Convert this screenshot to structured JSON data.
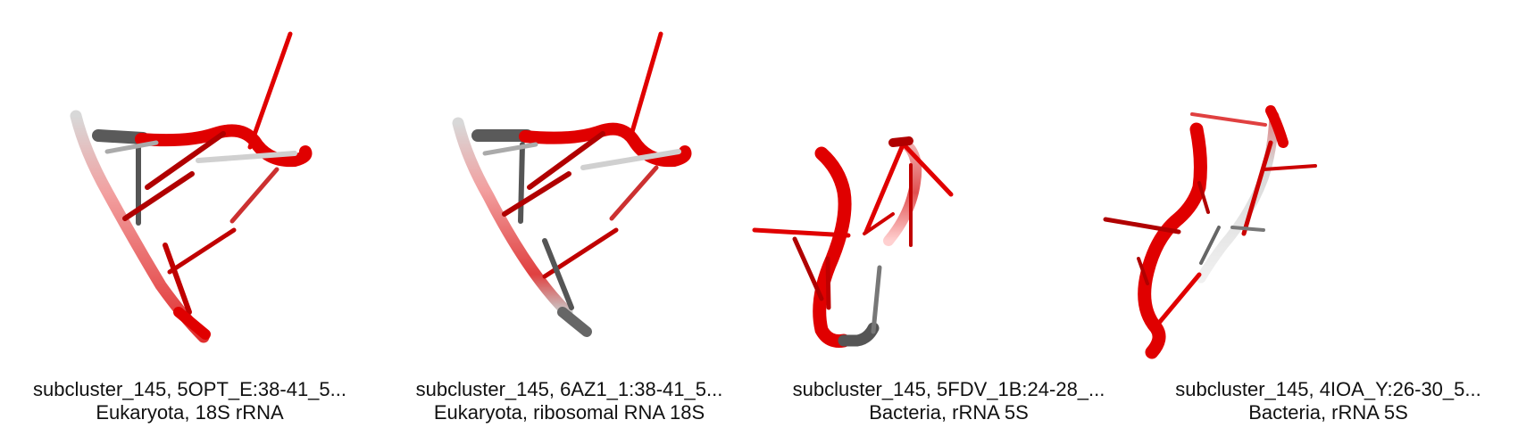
{
  "colors": {
    "background": "#ffffff",
    "highlight_red": "#e00000",
    "dark_red": "#b00000",
    "backbone_gray": "#555555",
    "light_gray": "#cccccc",
    "caption_text": "#111111"
  },
  "panels": [
    {
      "title": "subcluster_145, 5OPT_E:38-41_5...",
      "subtitle": "Eukaryota, 18S rRNA",
      "image": "rna-3d-structure-render"
    },
    {
      "title": "subcluster_145, 6AZ1_1:38-41_5...",
      "subtitle": "Eukaryota, ribosomal RNA 18S",
      "image": "rna-3d-structure-render"
    },
    {
      "title": "subcluster_145, 5FDV_1B:24-28_...",
      "subtitle": "Bacteria, rRNA 5S",
      "image": "rna-3d-structure-render"
    },
    {
      "title": "subcluster_145, 4IOA_Y:26-30_5...",
      "subtitle": "Bacteria, rRNA 5S",
      "image": "rna-3d-structure-render"
    }
  ]
}
